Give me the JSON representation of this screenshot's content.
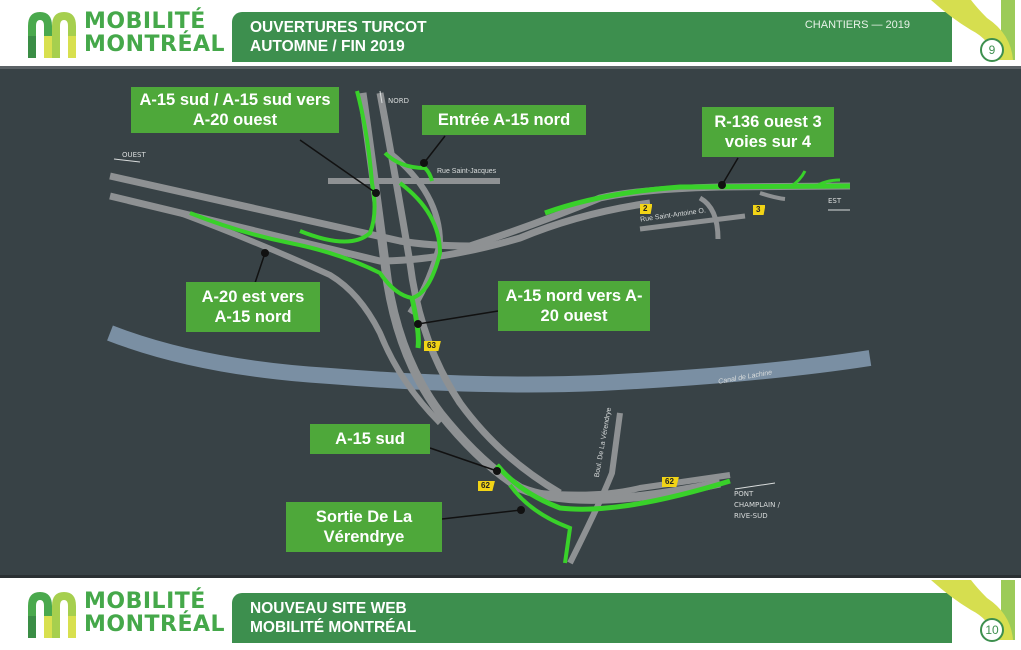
{
  "slides": [
    {
      "logo": {
        "line1": "MOBILITÉ",
        "line2": "MONTRÉAL"
      },
      "banner": {
        "line1": "OUVERTURES TURCOT",
        "line2": "AUTOMNE / FIN 2019",
        "right": "CHANTIERS — 2019"
      },
      "page_number": "9"
    },
    {
      "logo": {
        "line1": "MOBILITÉ",
        "line2": "MONTRÉAL"
      },
      "banner": {
        "line1": "NOUVEAU SITE WEB",
        "line2": "MOBILITÉ MONTRÉAL"
      },
      "page_number": "10"
    }
  ],
  "map": {
    "callouts": [
      {
        "id": "a15-sud-a20-ouest",
        "text": "A-15 sud / A-15 sud vers A-20 ouest"
      },
      {
        "id": "entree-a15-nord",
        "text": "Entrée A-15 nord"
      },
      {
        "id": "r136-ouest",
        "text": "R-136 ouest 3 voies sur 4"
      },
      {
        "id": "a20-est-a15-nord",
        "text": "A-20 est vers A-15 nord"
      },
      {
        "id": "a15-nord-a20-ouest",
        "text": "A-15 nord vers A-20 ouest"
      },
      {
        "id": "a15-sud",
        "text": "A-15 sud"
      },
      {
        "id": "sortie-verendrye",
        "text": "Sortie De La Vérendrye"
      }
    ],
    "directions": {
      "nord": "NORD",
      "ouest": "OUEST",
      "est": "EST",
      "pont": "PONT CHAMPLAIN / RIVE-SUD"
    },
    "streets": {
      "st_jacques": "Rue Saint-Jacques",
      "st_antoine": "Rue Saint-Antoine O.",
      "verendrye": "Boul. De La Vérendrye",
      "canal": "Canal de Lachine"
    },
    "exits": [
      "2",
      "3",
      "63",
      "62",
      "62"
    ],
    "colors": {
      "background": "#384246",
      "road": "#8e9193",
      "open_road": "#39d12a",
      "canal": "#7a8fa3",
      "callout": "#4ea83a",
      "exit_sign": "#f2d416"
    }
  }
}
